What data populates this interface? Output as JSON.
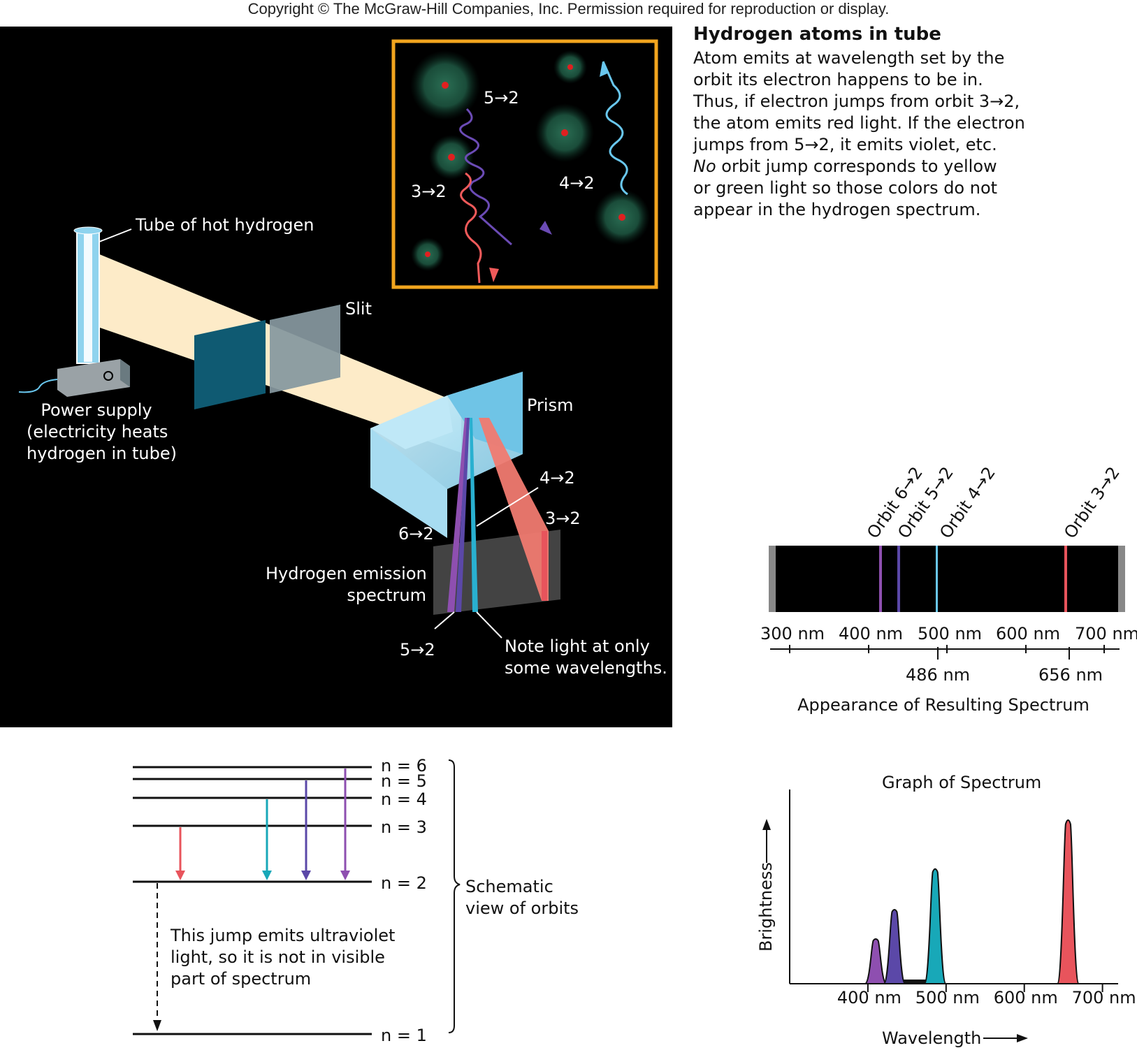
{
  "copyright": "Copyright © The McGraw-Hill Companies, Inc. Permission required for reproduction or display.",
  "inset": {
    "jumps": [
      "5→2",
      "3→2",
      "4→2"
    ],
    "colors": {
      "frame": "#f2a51e",
      "red": "#f05a5a",
      "violet": "#6b4bb5",
      "blue": "#69c7ee",
      "atom": "#1f5a44",
      "nucleus": "#e02020"
    }
  },
  "apparatus": {
    "tube_label": "Tube of hot hydrogen",
    "slit_label": "Slit",
    "prism_label": "Prism",
    "power_lines": [
      "Power supply",
      "(electricity heats",
      "hydrogen in tube)"
    ],
    "emission_lines": [
      "Hydrogen emission",
      "spectrum"
    ],
    "line_labels": {
      "a": "4→2",
      "b": "3→2",
      "c": "6→2",
      "d": "5→2"
    },
    "note_lines": [
      "Note light at only",
      "some wavelengths."
    ]
  },
  "explanation": {
    "title": "Hydrogen atoms in tube",
    "lines": [
      "Atom emits at wavelength set by the",
      "orbit its electron happens to be in.",
      "Thus, if electron jumps from orbit 3→2,",
      "the atom emits red light. If the electron",
      "jumps from 5→2, it emits violet, etc.",
      "No orbit jump corresponds to yellow",
      "or green light so those colors do not",
      "appear in the hydrogen spectrum."
    ],
    "italic_word": "No",
    "line6_rest": " orbit jump corresponds to yellow"
  },
  "spectrum_bar": {
    "caption": "Appearance of Resulting Spectrum",
    "ticks": [
      "300 nm",
      "400 nm",
      "500 nm",
      "600 nm",
      "700 nm"
    ],
    "marks": [
      "486 nm",
      "656 nm"
    ],
    "orbit_labels": [
      "Orbit 6→2",
      "Orbit 5→2",
      "Orbit 4→2",
      "Orbit 3→2"
    ]
  },
  "orbits": {
    "levels": [
      "n = 6",
      "n = 5",
      "n = 4",
      "n = 3",
      "n = 2",
      "n = 1"
    ],
    "schematic_lines": [
      "Schematic",
      "view of orbits"
    ],
    "uv_lines": [
      "This jump emits ultraviolet",
      "light, so it is not in visible",
      "part of spectrum"
    ]
  },
  "chart_data": {
    "type": "line",
    "title": "Graph of Spectrum",
    "xlabel": "Wavelength",
    "ylabel": "Brightness",
    "xlim": [
      300,
      720
    ],
    "x_ticks": [
      "400 nm",
      "500 nm",
      "600 nm",
      "700 nm"
    ],
    "x_tick_values": [
      400,
      500,
      600,
      700
    ],
    "series": [
      {
        "color": "#8e4fb0",
        "peak": 410,
        "height": 0.27
      },
      {
        "color": "#5b48a8",
        "peak": 434,
        "height": 0.45
      },
      {
        "color": "#18a8b8",
        "peak": 486,
        "height": 0.7
      },
      {
        "color": "#e8545c",
        "peak": 656,
        "height": 1.0
      }
    ],
    "lines_nm": [
      410,
      434,
      486,
      656
    ],
    "grid": false
  }
}
